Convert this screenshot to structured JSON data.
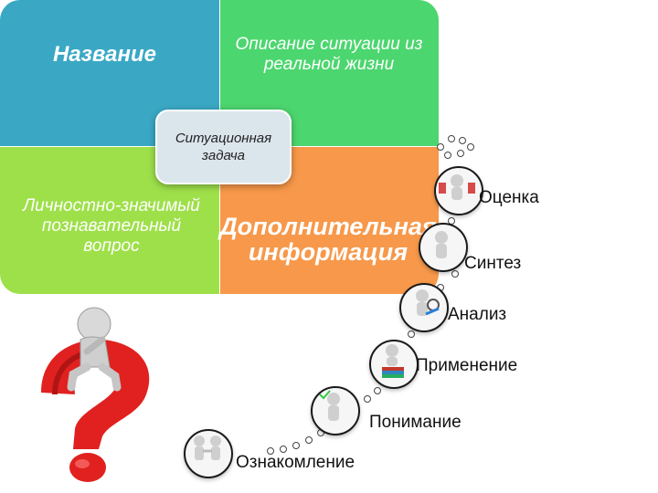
{
  "quadrants": {
    "title": "Название",
    "description": "Описание ситуации из реальной жизни",
    "question": "Личностно-значимый познавательный вопрос",
    "additional": "Дополнительная информация"
  },
  "center": "Ситуационная задача",
  "levels": [
    "Оценка",
    "Синтез",
    "Анализ",
    "Применение",
    "Понимание",
    "Ознакомление"
  ],
  "colors": {
    "blue": "#3aa8c4",
    "green": "#4cd66f",
    "lime": "#9ee04a",
    "orange": "#f7984a",
    "question_mark": "#e0211f"
  }
}
